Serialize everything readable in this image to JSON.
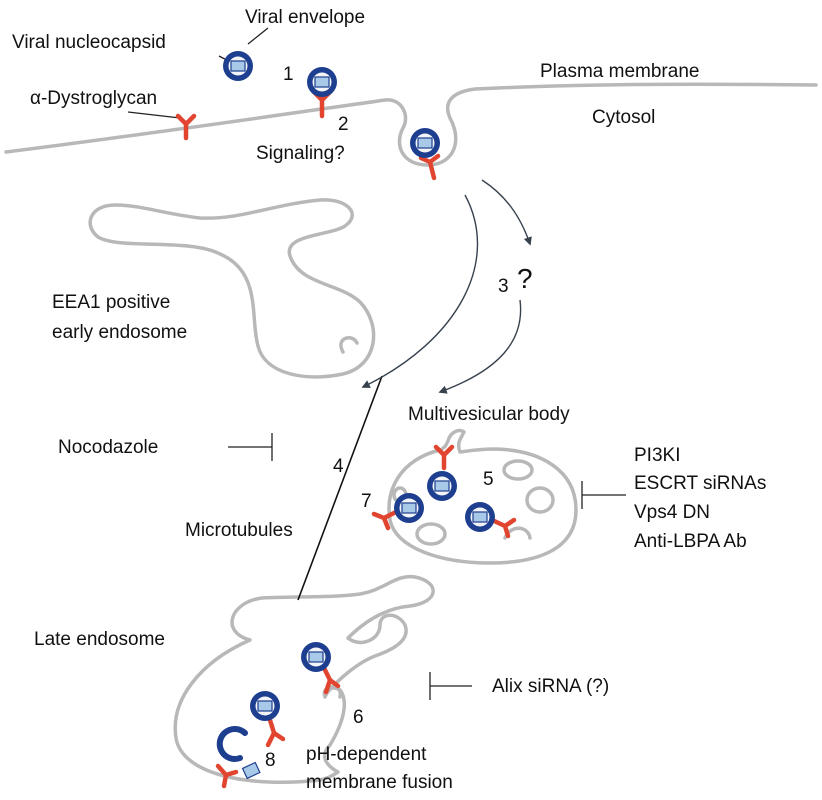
{
  "labels": {
    "viral_envelope": "Viral envelope",
    "viral_nucleocapsid": "Viral nucleocapsid",
    "alpha_dystroglycan": "α-Dystroglycan",
    "plasma_membrane": "Plasma membrane",
    "cytosol": "Cytosol",
    "signaling": "Signaling?",
    "eea1_line1": "EEA1 positive",
    "eea1_line2": "early endosome",
    "multivesicular_body": "Multivesicular body",
    "nocodazole": "Nocodazole",
    "microtubules": "Microtubules",
    "late_endosome": "Late endosome",
    "alix_sirna": "Alix siRNA (?)",
    "fusion_line1": "pH-dependent",
    "fusion_line2": "membrane fusion",
    "unknown_route": "?"
  },
  "inhibitors_mvb": [
    "PI3KI",
    "ESCRT siRNAs",
    "Vps4 DN",
    "Anti-LBPA Ab"
  ],
  "steps": [
    "1",
    "2",
    "3",
    "4",
    "5",
    "6",
    "7",
    "8"
  ],
  "colors": {
    "membrane": "#b8b8b8",
    "virus_envelope": "#1e3f8f",
    "nucleocapsid": "#a9c9e9",
    "receptor": "#e2452f",
    "arrow": "#37424e"
  }
}
